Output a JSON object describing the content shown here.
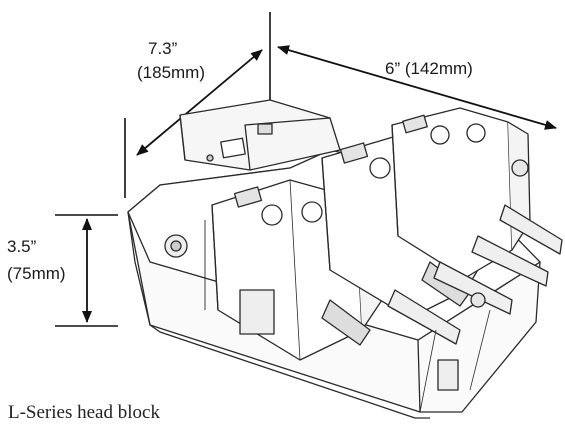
{
  "dimensions": {
    "depth": {
      "imperial": "7.3”",
      "metric": "(185mm)"
    },
    "width": {
      "text": "6” (142mm)"
    },
    "height": {
      "imperial": "3.5”",
      "metric": "(75mm)"
    }
  },
  "caption": "L-Series head block"
}
